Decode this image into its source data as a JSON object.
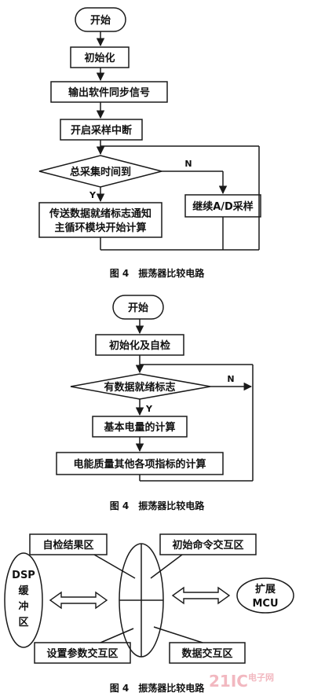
{
  "flowchart1": {
    "start": "开始",
    "init": "初始化",
    "sync_signal": "输出软件同步信号",
    "enable_interrupt": "开启采样中断",
    "decision": "总采集时间到",
    "yes": "Y",
    "no": "N",
    "notify_line1": "传送数据就绪标志通知",
    "notify_line2": "主循环模块开始计算",
    "continue_ad": "继续A/D采样",
    "caption": "图 4　振荡器比较电路"
  },
  "flowchart2": {
    "start": "开始",
    "init_check": "初始化及自检",
    "decision": "有数据就绪标志",
    "yes": "Y",
    "no": "N",
    "basic_calc": "基本电量的计算",
    "quality_calc": "电能质量其他各项指标的计算",
    "caption": "图 4　振荡器比较电路"
  },
  "diagram3": {
    "self_check_area": "自检结果区",
    "init_cmd_area": "初始命令交互区",
    "dsp_buffer": [
      "DSP",
      "缓",
      "冲",
      "区"
    ],
    "ext_mcu": [
      "扩展",
      "MCU"
    ],
    "param_area": "设置参数交互区",
    "data_area": "数据交互区",
    "caption": "图 4　振荡器比较电路"
  },
  "watermark": {
    "brand": "21IC",
    "site": "电子网"
  },
  "colors": {
    "line": "#1a1a1a",
    "watermark": "#f2b8c0"
  }
}
